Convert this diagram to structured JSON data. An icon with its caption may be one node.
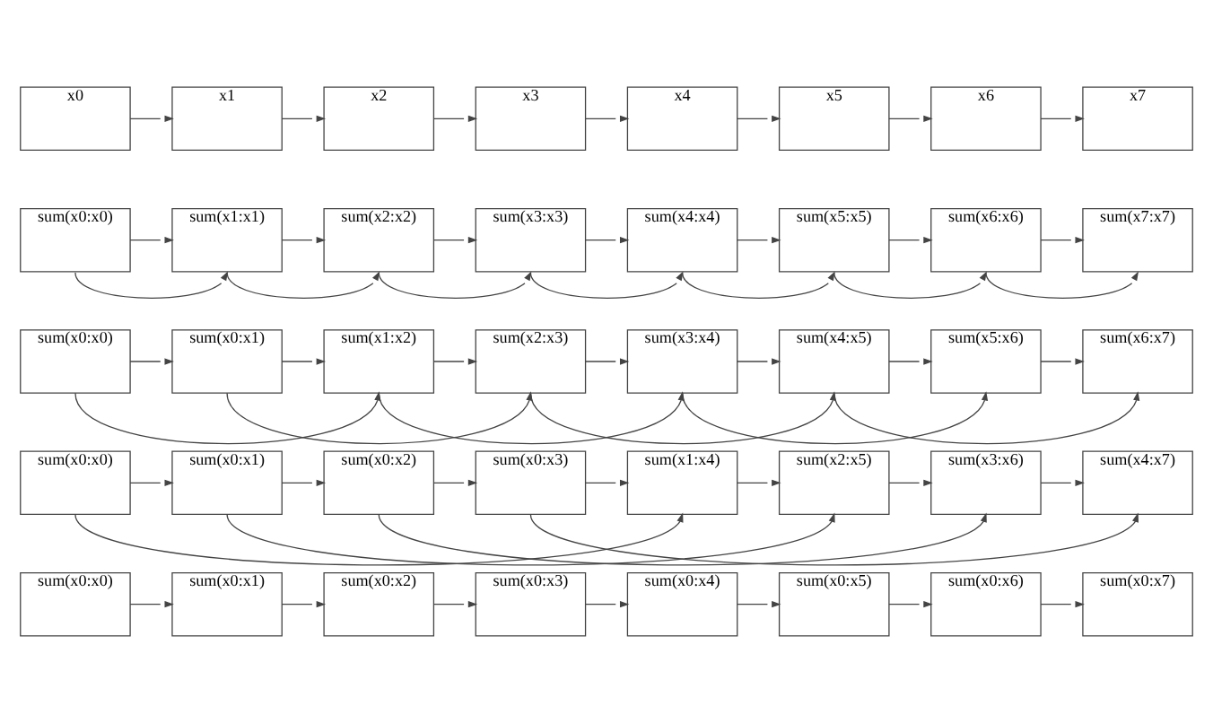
{
  "diagram": {
    "nodes": [
      {
        "text": [
          "x0"
        ]
      },
      {
        "text": [
          "x1"
        ]
      },
      {
        "text": [
          "x2"
        ]
      },
      {
        "text": [
          "x3"
        ]
      },
      {
        "text": [
          "x4"
        ]
      },
      {
        "text": [
          "x5"
        ]
      },
      {
        "text": [
          "x6"
        ]
      },
      {
        "text": [
          "x7"
        ]
      },
      {
        "text": [
          "sum(x0:x0)"
        ]
      },
      {
        "text": [
          "sum(x1:x1)"
        ]
      },
      {
        "text": [
          "sum(x2:x2)"
        ]
      },
      {
        "text": [
          "sum(x3:x3)"
        ]
      },
      {
        "text": [
          "sum(x4:x4)"
        ]
      },
      {
        "text": [
          "sum(x5:x5)"
        ]
      },
      {
        "text": [
          "sum(x6:x6)"
        ]
      },
      {
        "text": [
          "sum(x7:x7)"
        ]
      },
      {
        "text": [
          "sum(x0:x0)"
        ]
      },
      {
        "text": [
          "sum(x0:x1)"
        ]
      },
      {
        "text": [
          "sum(x1:x2)"
        ]
      },
      {
        "text": [
          "sum(x2:x3)"
        ]
      },
      {
        "text": [
          "sum(x3:x4)"
        ]
      },
      {
        "text": [
          "sum(x4:x5)"
        ]
      },
      {
        "text": [
          "sum(x5:x6)"
        ]
      },
      {
        "text": [
          "sum(x6:x7)"
        ]
      },
      {
        "text": [
          "sum(x0:x0)"
        ]
      },
      {
        "text": [
          "sum(x0:x1)"
        ]
      },
      {
        "text": [
          "sum(x0:x2)"
        ]
      },
      {
        "text": [
          "sum(x0:x3)"
        ]
      },
      {
        "text": [
          "sum(x1:x4)"
        ]
      },
      {
        "text": [
          "sum(x2:x5)"
        ]
      },
      {
        "text": [
          "sum(x3:x6)"
        ]
      },
      {
        "text": [
          "sum(x4:x7)"
        ]
      },
      {
        "text": [
          "sum(x0:x0)"
        ]
      },
      {
        "text": [
          "sum(x0:x1)"
        ]
      },
      {
        "text": [
          "sum(x0:x2)"
        ]
      },
      {
        "text": [
          "sum(x0:x3)"
        ]
      },
      {
        "text": [
          "sum(x0:x4)"
        ]
      },
      {
        "text": [
          "sum(x0:x5)"
        ]
      },
      {
        "text": [
          "sum(x0:x6)"
        ]
      },
      {
        "text": [
          "sum(x0:x7)"
        ]
      }
    ],
    "edges": [
      {
        "from": 0,
        "to": 1,
        "arrow": "to"
      },
      {
        "from": 1,
        "to": 2,
        "arrow": "to"
      },
      {
        "from": 2,
        "to": 3,
        "arrow": "to"
      },
      {
        "from": 3,
        "to": 4,
        "arrow": "to"
      },
      {
        "from": 4,
        "to": 5,
        "arrow": "to"
      },
      {
        "from": 5,
        "to": 6,
        "arrow": "to"
      },
      {
        "from": 6,
        "to": 7,
        "arrow": "to"
      },
      {
        "from": 8,
        "to": 9,
        "arrow": "to"
      },
      {
        "from": 9,
        "to": 10,
        "arrow": "to"
      },
      {
        "from": 10,
        "to": 11,
        "arrow": "to"
      },
      {
        "from": 11,
        "to": 12,
        "arrow": "to"
      },
      {
        "from": 12,
        "to": 13,
        "arrow": "to"
      },
      {
        "from": 13,
        "to": 14,
        "arrow": "to"
      },
      {
        "from": 14,
        "to": 15,
        "arrow": "to"
      },
      {
        "from": 8,
        "to": 9,
        "arrow": "to"
      },
      {
        "from": 9,
        "to": 10,
        "arrow": "to"
      },
      {
        "from": 10,
        "to": 11,
        "arrow": "to"
      },
      {
        "from": 11,
        "to": 12,
        "arrow": "to"
      },
      {
        "from": 12,
        "to": 13,
        "arrow": "to"
      },
      {
        "from": 13,
        "to": 14,
        "arrow": "to"
      },
      {
        "from": 14,
        "to": 15,
        "arrow": "to"
      },
      {
        "from": 16,
        "to": 17,
        "arrow": "to"
      },
      {
        "from": 17,
        "to": 18,
        "arrow": "to"
      },
      {
        "from": 18,
        "to": 19,
        "arrow": "to"
      },
      {
        "from": 19,
        "to": 20,
        "arrow": "to"
      },
      {
        "from": 20,
        "to": 21,
        "arrow": "to"
      },
      {
        "from": 21,
        "to": 22,
        "arrow": "to"
      },
      {
        "from": 22,
        "to": 23,
        "arrow": "to"
      },
      {
        "from": 16,
        "to": 18,
        "arrow": "to"
      },
      {
        "from": 17,
        "to": 19,
        "arrow": "to"
      },
      {
        "from": 18,
        "to": 20,
        "arrow": "to"
      },
      {
        "from": 19,
        "to": 21,
        "arrow": "to"
      },
      {
        "from": 20,
        "to": 22,
        "arrow": "to"
      },
      {
        "from": 21,
        "to": 23,
        "arrow": "to"
      },
      {
        "from": 24,
        "to": 25,
        "arrow": "to"
      },
      {
        "from": 25,
        "to": 26,
        "arrow": "to"
      },
      {
        "from": 26,
        "to": 27,
        "arrow": "to"
      },
      {
        "from": 27,
        "to": 28,
        "arrow": "to"
      },
      {
        "from": 28,
        "to": 29,
        "arrow": "to"
      },
      {
        "from": 29,
        "to": 30,
        "arrow": "to"
      },
      {
        "from": 30,
        "to": 31,
        "arrow": "to"
      },
      {
        "from": 24,
        "to": 28,
        "arrow": "to"
      },
      {
        "from": 25,
        "to": 29,
        "arrow": "to"
      },
      {
        "from": 26,
        "to": 30,
        "arrow": "to"
      },
      {
        "from": 27,
        "to": 31,
        "arrow": "to"
      },
      {
        "from": 32,
        "to": 33,
        "arrow": "to"
      },
      {
        "from": 33,
        "to": 34,
        "arrow": "to"
      },
      {
        "from": 34,
        "to": 35,
        "arrow": "to"
      },
      {
        "from": 35,
        "to": 36,
        "arrow": "to"
      },
      {
        "from": 36,
        "to": 37,
        "arrow": "to"
      },
      {
        "from": 37,
        "to": 38,
        "arrow": "to"
      },
      {
        "from": 38,
        "to": 39,
        "arrow": "to"
      }
    ]
  }
}
